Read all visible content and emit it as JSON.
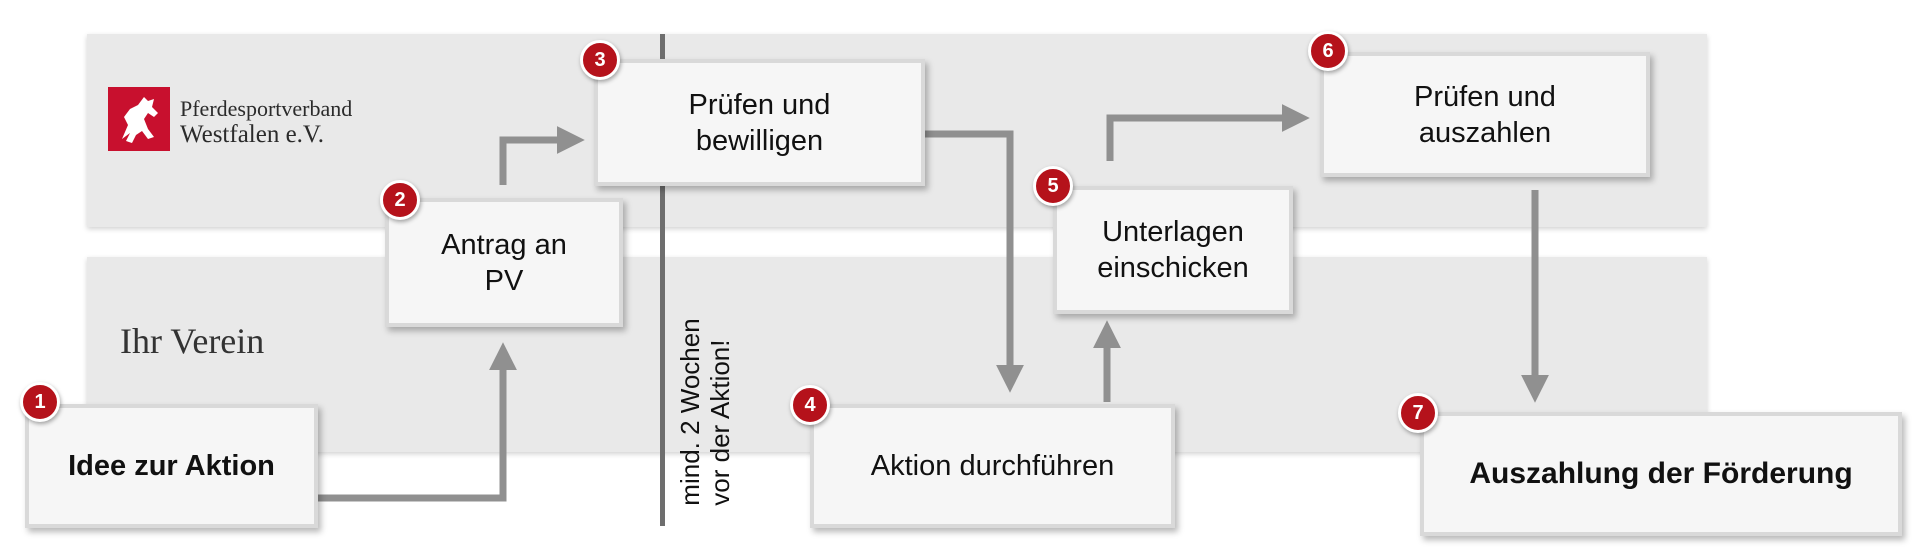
{
  "organization": {
    "name_line1": "Pferdesportverband",
    "name_line2": "Westfalen e.V."
  },
  "club_label": "Ihr Verein",
  "timeline_note": {
    "line1": "mind. 2 Wochen",
    "line2": "vor der Aktion!"
  },
  "steps": [
    {
      "number": "1",
      "label": "Idee zur Aktion"
    },
    {
      "number": "2",
      "label": "Antrag an PV"
    },
    {
      "number": "3",
      "label": "Prüfen und bewilligen"
    },
    {
      "number": "4",
      "label": "Aktion durchführen"
    },
    {
      "number": "5",
      "label": "Unterlagen einschicken"
    },
    {
      "number": "6",
      "label": "Prüfen und auszahlen"
    },
    {
      "number": "7",
      "label": "Auszahlung der Förderung"
    }
  ],
  "colors": {
    "badge": "#b5121b",
    "arrow": "#909090",
    "band": "#e9e9e9",
    "logo": "#c8102e"
  }
}
